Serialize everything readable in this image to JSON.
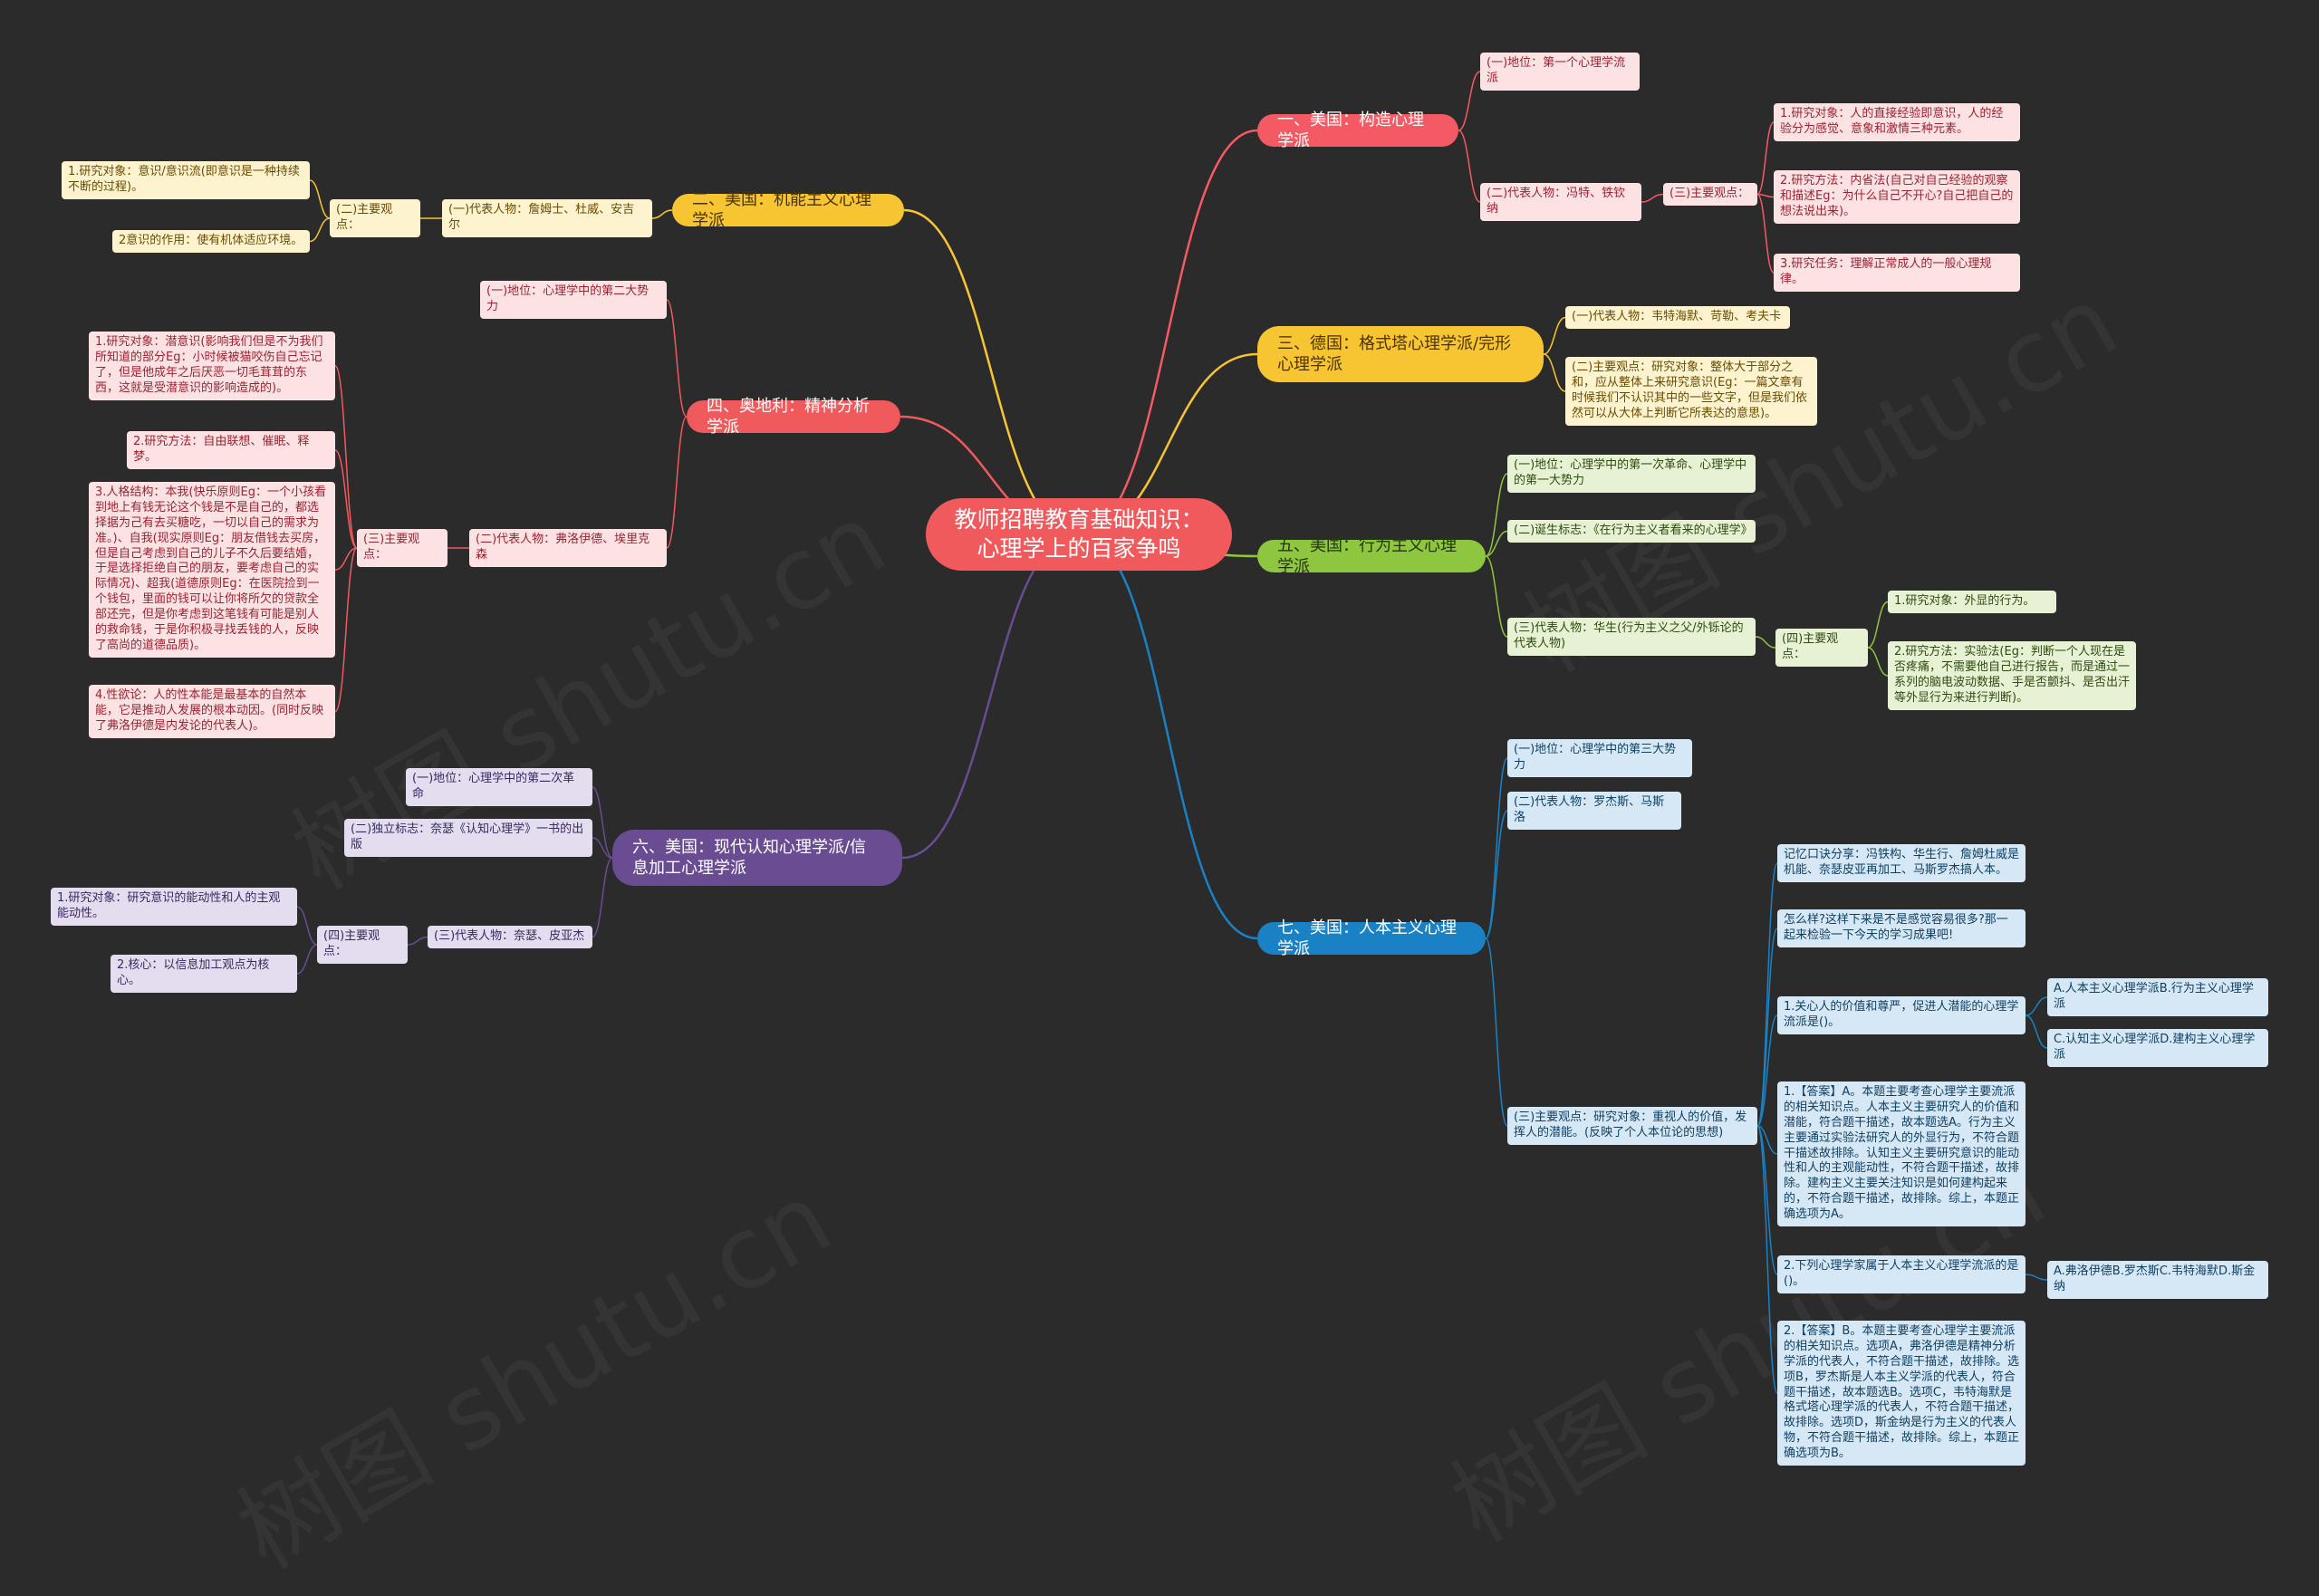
{
  "colors": {
    "background": "#2b2b2b",
    "center": "#f15a5c",
    "structuralism": "#f45a64",
    "functionalism": "#f7c532",
    "gestalt": "#f7c532",
    "psychoanalysis": "#f15a5c",
    "behaviorism": "#8ec63f",
    "cognitive": "#6a4c93",
    "humanistic": "#1a82c4"
  },
  "center": {
    "title": "教师招聘教育基础知识：心理学上的百家争鸣"
  },
  "branches": {
    "structuralism": {
      "label": "一、美国：构造心理学派",
      "position": "(一)地位：第一个心理学流派",
      "representatives": "(二)代表人物：冯特、铁钦纳",
      "views_label": "(三)主要观点：",
      "views": [
        "1.研究对象：人的直接经验即意识，人的经验分为感觉、意象和激情三种元素。",
        "2.研究方法：内省法(自己对自己经验的观察和描述Eg：为什么自己不开心?自己把自己的想法说出来)。",
        "3.研究任务：理解正常成人的一般心理规律。"
      ]
    },
    "functionalism": {
      "label": "二、美国：机能主义心理学派",
      "representatives": "(一)代表人物：詹姆士、杜威、安吉尔",
      "views_label": "(二)主要观点：",
      "views": [
        "1.研究对象：意识/意识流(即意识是一种持续不断的过程)。",
        "2意识的作用：使有机体适应环境。"
      ]
    },
    "gestalt": {
      "label": "三、德国：格式塔心理学派/完形心理学派",
      "representatives": "(一)代表人物：韦特海默、苛勒、考夫卡",
      "views": "(二)主要观点：研究对象：整体大于部分之和，应从整体上来研究意识(Eg：一篇文章有时候我们不认识其中的一些文字，但是我们依然可以从大体上判断它所表达的意思)。"
    },
    "psychoanalysis": {
      "label": "四、奥地利：精神分析学派",
      "position": "(一)地位：心理学中的第二大势力",
      "representatives": "(二)代表人物：弗洛伊德、埃里克森",
      "views_label": "(三)主要观点：",
      "views": [
        "1.研究对象：潜意识(影响我们但是不为我们所知道的部分Eg：小时候被猫咬伤自己忘记了，但是他成年之后厌恶一切毛茸茸的东西，这就是受潜意识的影响造成的)。",
        "2.研究方法：自由联想、催眠、释梦。",
        "3.人格结构：本我(快乐原则Eg：一个小孩看到地上有钱无论这个钱是不是自己的，都选择据为己有去买糖吃，一切以自己的需求为准。)、自我(现实原则Eg：朋友借钱去买房，但是自己考虑到自己的儿子不久后要结婚，于是选择拒绝自己的朋友，要考虑自己的实际情况)、超我(道德原则Eg：在医院捡到一个钱包，里面的钱可以让你将所欠的贷款全部还完，但是你考虑到这笔钱有可能是别人的救命钱，于是你积极寻找丢钱的人，反映了高尚的道德品质)。",
        "4.性欲论：人的性本能是最基本的自然本能，它是推动人发展的根本动因。(同时反映了弗洛伊德是内发论的代表人)。"
      ]
    },
    "behaviorism": {
      "label": "五、美国：行为主义心理学派",
      "position": "(一)地位：心理学中的第一次革命、心理学中的第一大势力",
      "symbol": "(二)诞生标志：《在行为主义者看来的心理学》",
      "representatives": "(三)代表人物：华生(行为主义之父/外铄论的代表人物)",
      "views_label": "(四)主要观点：",
      "views": [
        "1.研究对象：外显的行为。",
        "2.研究方法：实验法(Eg：判断一个人现在是否疼痛，不需要他自己进行报告，而是通过一系列的脑电波动数据、手是否颤抖、是否出汗等外显行为来进行判断)。"
      ]
    },
    "cognitive": {
      "label": "六、美国：现代认知心理学派/信息加工心理学派",
      "position": "(一)地位：心理学中的第二次革命",
      "symbol": "(二)独立标志：奈瑟《认知心理学》一书的出版",
      "representatives": "(三)代表人物：奈瑟、皮亚杰",
      "views_label": "(四)主要观点：",
      "views": [
        "1.研究对象：研究意识的能动性和人的主观能动性。",
        "2.核心：以信息加工观点为核心。"
      ]
    },
    "humanistic": {
      "label": "七、美国：人本主义心理学派",
      "position": "(一)地位：心理学中的第三大势力",
      "representatives": "(二)代表人物：罗杰斯、马斯洛",
      "views": "(三)主要观点：研究对象：重视人的价值，发挥人的潜能。(反映了个人本位论的思想)",
      "memory_tip": "记忆口诀分享：冯铁构、华生行、詹姆杜威是机能、奈瑟皮亚再加工、马斯罗杰搞人本。",
      "quiz_prompt": "怎么样?这样下来是不是感觉容易很多?那一起来检验一下今天的学习成果吧!",
      "q1": "1.关心人的价值和尊严，促进人潜能的心理学流派是()。",
      "q1_options": [
        "A.人本主义心理学派B.行为主义心理学派",
        "C.认知主义心理学派D.建构主义心理学派"
      ],
      "a1": "1.【答案】A。本题主要考查心理学主要流派的相关知识点。人本主义主要研究人的价值和潜能，符合题干描述，故本题选A。行为主义主要通过实验法研究人的外显行为，不符合题干描述故排除。认知主义主要研究意识的能动性和人的主观能动性，不符合题干描述，故排除。建构主义主要关注知识是如何建构起来的，不符合题干描述，故排除。综上，本题正确选项为A。",
      "q2": "2.下列心理学家属于人本主义心理学流派的是()。",
      "q2_options": "A.弗洛伊德B.罗杰斯C.韦特海默D.斯金纳",
      "a2": "2.【答案】B。本题主要考查心理学主要流派的相关知识点。选项A，弗洛伊德是精神分析学派的代表人，不符合题干描述，故排除。选项B，罗杰斯是人本主义学派的代表人，符合题干描述，故本题选B。选项C，韦特海默是格式塔心理学派的代表人，不符合题干描述，故排除。选项D，斯金纳是行为主义的代表人物，不符合题干描述，故排除。综上，本题正确选项为B。"
    }
  }
}
